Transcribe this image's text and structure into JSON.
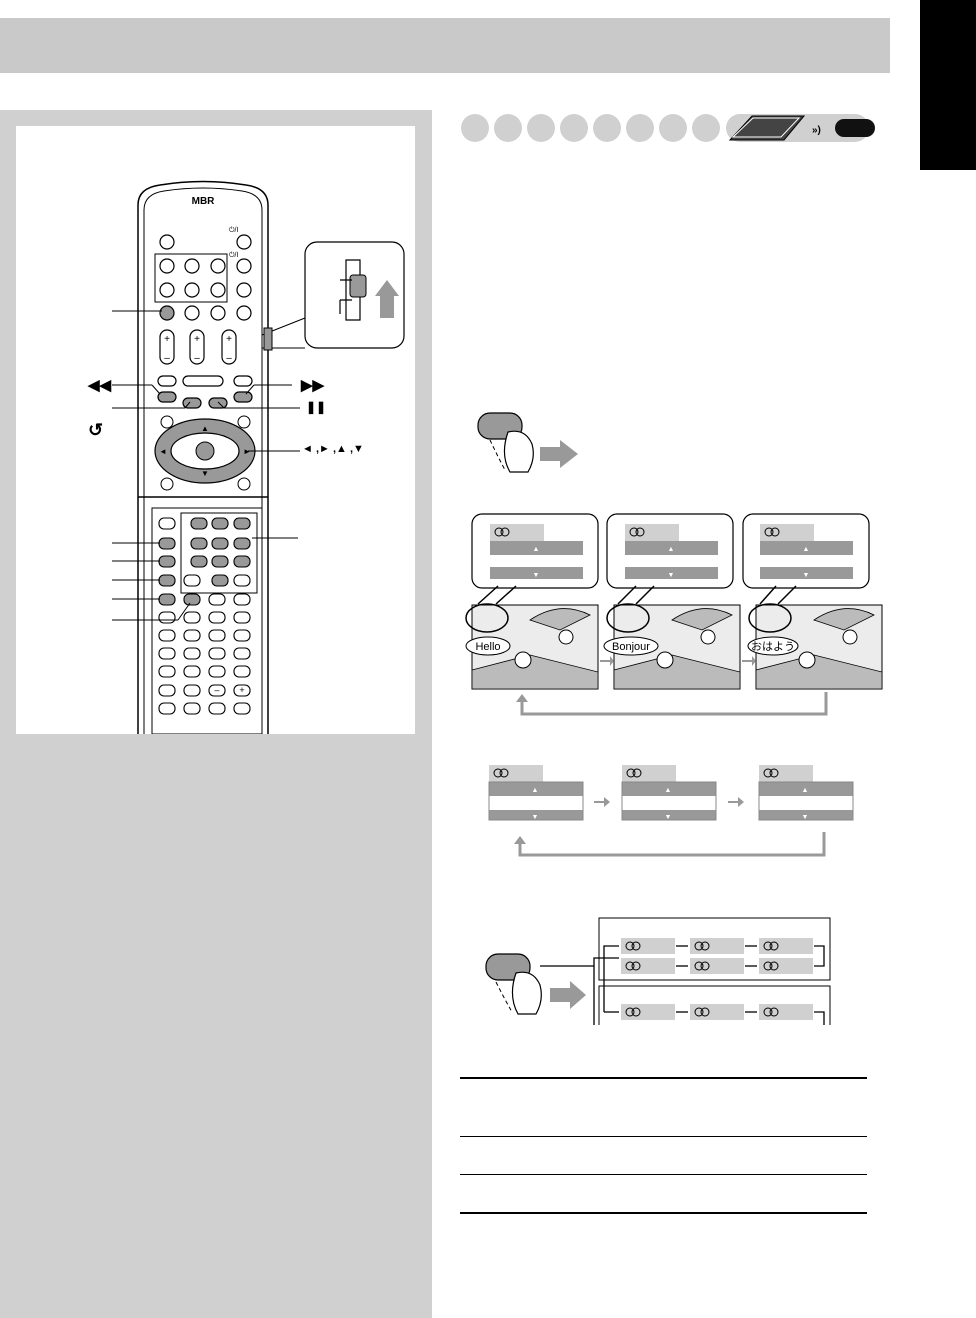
{
  "remote": {
    "brand": "MBR",
    "labels": {
      "rewind": "◀◀",
      "fast_forward": "▶▶",
      "pause": "❚❚",
      "return": "↺",
      "cursor": "◄ ,► ,▲ ,▼"
    }
  },
  "subtitle_examples": [
    "Hello",
    "Bonjour",
    "おはよう"
  ],
  "colors": {
    "header_band": "#c9c9c9",
    "sidebar": "#d0d0d0",
    "tab": "#000000"
  },
  "icons": [
    "remote-control",
    "slide-switch",
    "finger-press",
    "audio-icon",
    "subtitle-icon",
    "disc-badge"
  ]
}
